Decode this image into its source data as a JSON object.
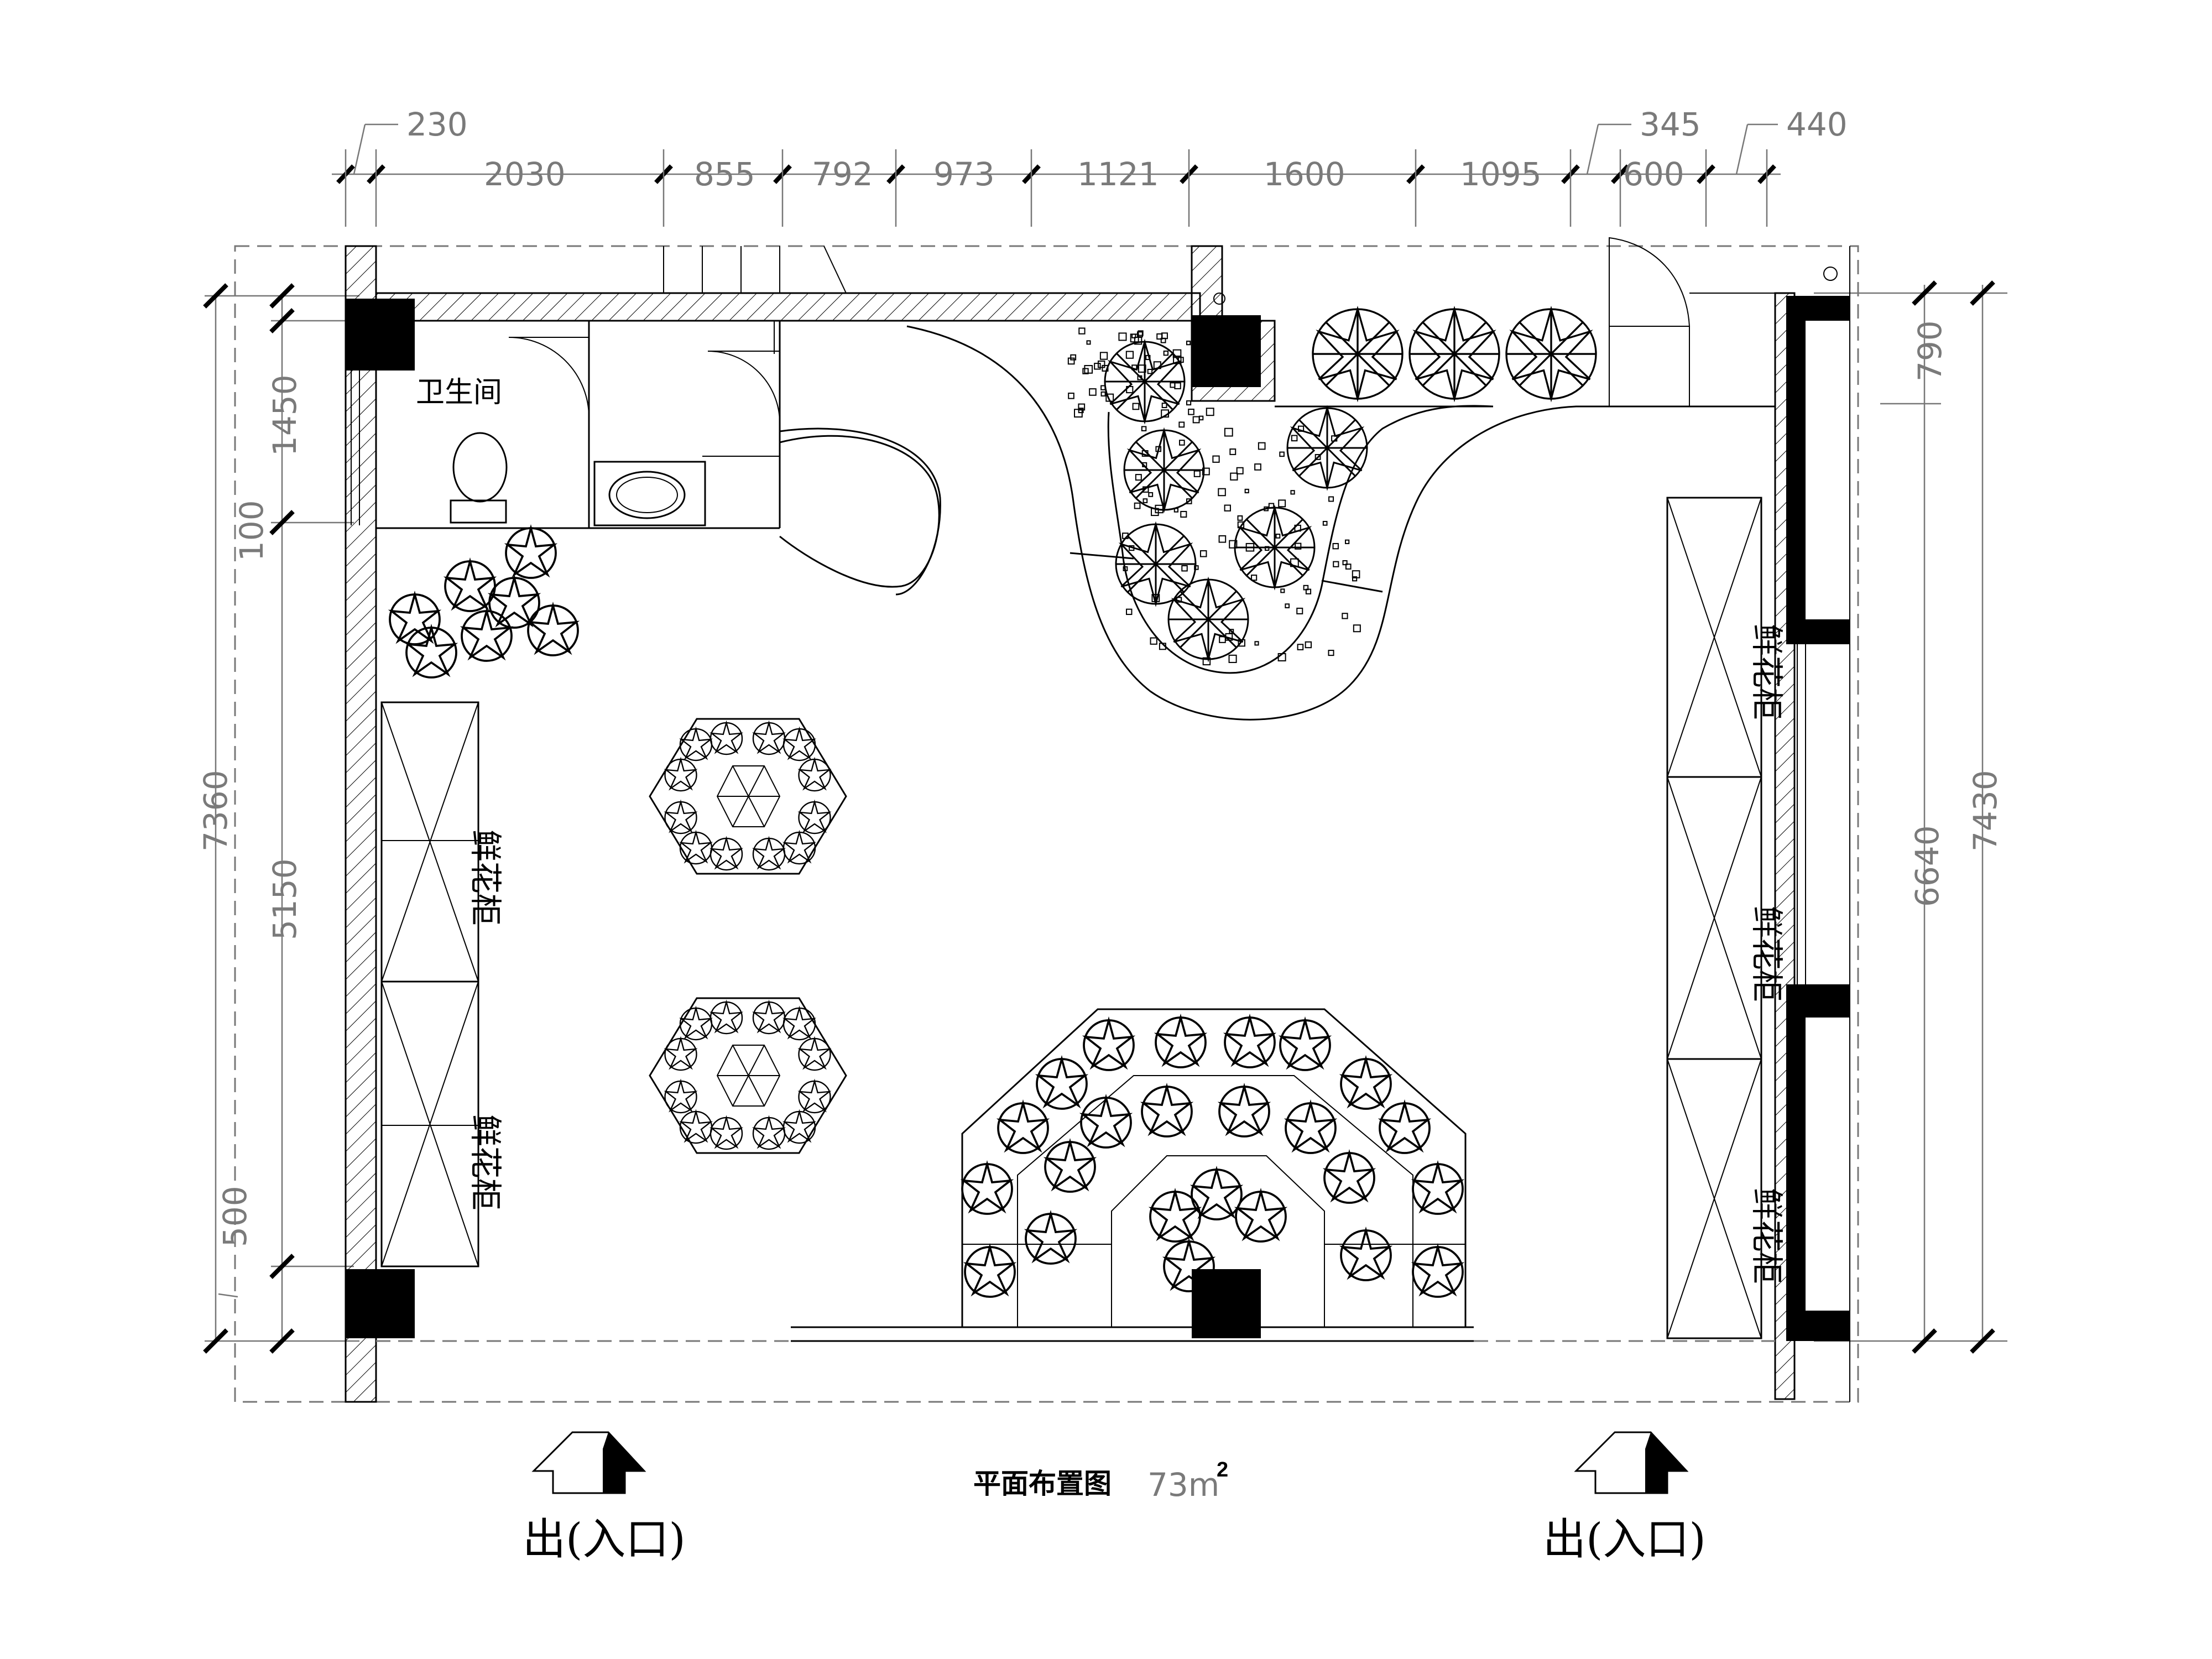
{
  "title": "平面布置图",
  "area": {
    "value": "73m",
    "sup": "2"
  },
  "rooms": {
    "restroom": "卫生间"
  },
  "cabinet_label": "鲜花柜",
  "entrances": [
    {
      "label": "出(入口)"
    },
    {
      "label": "出(入口)"
    }
  ],
  "dimensions": {
    "top": [
      "230",
      "2030",
      "855",
      "792",
      "973",
      "1121",
      "1600",
      "1095",
      "345",
      "600",
      "440"
    ],
    "left_outer": [
      "7360",
      "500"
    ],
    "left_inner": [
      "1450",
      "100",
      "5150"
    ],
    "right": [
      "790",
      "6640",
      "7430"
    ]
  },
  "icons": [
    "toilet-icon",
    "wash-basin-icon",
    "door-swing-icon",
    "plant-icon",
    "hexagon-planter-icon",
    "arched-planter-icon",
    "entrance-arrow-icon"
  ]
}
